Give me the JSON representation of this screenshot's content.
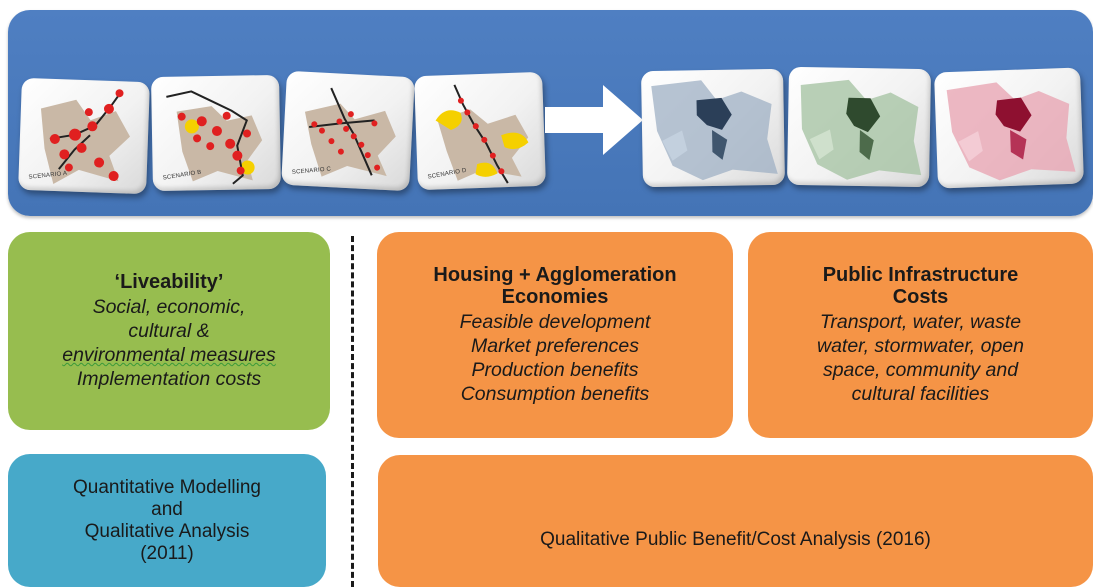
{
  "banner": {
    "scenario_tiles": [
      {
        "caption": "SCENARIO A"
      },
      {
        "caption": "SCENARIO B"
      },
      {
        "caption": "SCENARIO C"
      },
      {
        "caption": "SCENARIO D"
      }
    ],
    "map_tiles": [
      {
        "tint": "#9fb0c4"
      },
      {
        "tint": "#a7c4a5"
      },
      {
        "tint": "#e9a6b4"
      }
    ]
  },
  "liveability": {
    "title": "‘Liveability’",
    "lines": [
      "Social, economic,",
      "cultural &",
      "environmental measures",
      "Implementation costs"
    ]
  },
  "housing": {
    "title_line1": "Housing + Agglomeration",
    "title_line2": "Economies",
    "lines": [
      "Feasible development",
      "Market preferences",
      "Production benefits",
      "Consumption benefits"
    ]
  },
  "infrastructure": {
    "title_line1": "Public Infrastructure",
    "title_line2": "Costs",
    "lines": [
      "Transport, water, waste",
      "water, stormwater, open",
      "space, community and",
      "cultural facilities"
    ]
  },
  "quantitative": {
    "lines": [
      "Quantitative Modelling",
      "and",
      "Qualitative Analysis",
      "(2011)"
    ]
  },
  "qualitative": {
    "label": "Qualitative Public Benefit/Cost Analysis (2016)"
  },
  "colors": {
    "banner": "#4a7abd",
    "green": "#97bd4f",
    "orange": "#f59446",
    "blue": "#47a9c9",
    "marker": "#e02020",
    "highlight": "#f5d000"
  }
}
